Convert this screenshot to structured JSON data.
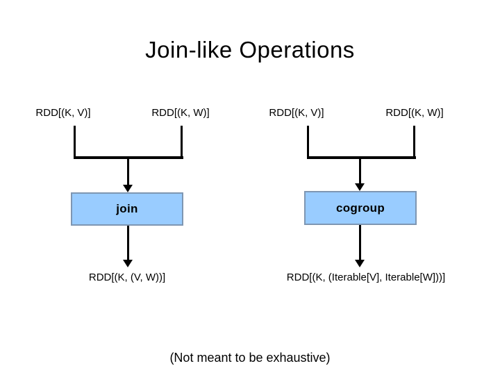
{
  "slide": {
    "title": "Join-like Operations",
    "footnote": "(Not meant to be exhaustive)"
  },
  "diagrams": [
    {
      "operation": "join",
      "input_left": "RDD[(K, V)]",
      "input_right": "RDD[(K, W)]",
      "output": "RDD[(K, (V, W))]"
    },
    {
      "operation": "cogroup",
      "input_left": "RDD[(K, V)]",
      "input_right": "RDD[(K, W)]",
      "output": "RDD[(K, (Iterable[V], Iterable[W]))]"
    }
  ],
  "colors": {
    "background": "#ffffff",
    "text": "#000000",
    "line": "#000000",
    "box_fill": "#99ccff",
    "box_border": "#7e96b2"
  }
}
